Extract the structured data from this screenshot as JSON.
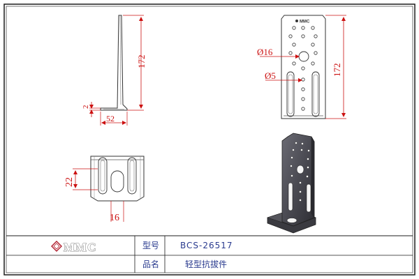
{
  "side_view": {
    "height_dim": "172",
    "base_dim": "52",
    "thickness_dim": "2"
  },
  "front_view": {
    "height_dim": "172",
    "big_hole_dim": "Ø16",
    "small_hole_dim": "Ø5",
    "plate_logo": "MMC"
  },
  "bottom_view": {
    "slot_length_dim": "22",
    "slot_width_dim": "16"
  },
  "title_block": {
    "logo_text": "MMC",
    "model_label": "型号",
    "model_value": "BCS-26517",
    "name_label": "品名",
    "name_value": "轻型抗拔件"
  },
  "colors": {
    "dimension": "#cc1111",
    "outline": "#333333",
    "title_text": "#2a3b8f",
    "border": "#1c1c1c"
  }
}
